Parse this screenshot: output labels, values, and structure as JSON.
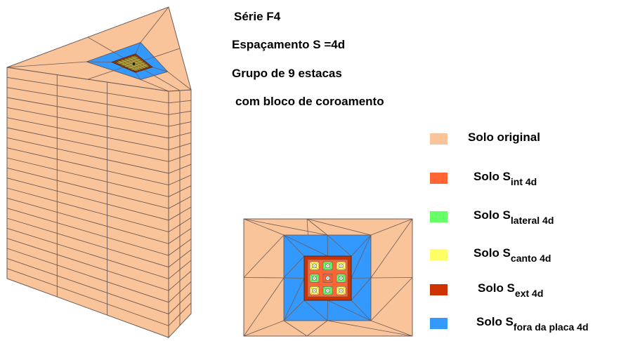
{
  "title": {
    "serie": "Série F4",
    "espacamento": "Espaçamento S =4d",
    "grupo": "Grupo de 9 estacas",
    "bloco": "com  bloco de coroamento"
  },
  "colors": {
    "solo_original": "#F9C49A",
    "solo_int": "#FF6633",
    "solo_lateral": "#66FF66",
    "solo_canto": "#FFFF66",
    "solo_ext": "#CC3300",
    "solo_fora": "#3399FF",
    "mesh_line": "#6E5A55",
    "block_top": "#8C7A2A"
  },
  "legend": [
    {
      "base": "Solo original",
      "sub": "",
      "color_key": "solo_original"
    },
    {
      "base": "Solo S",
      "sub": "int 4d",
      "color_key": "solo_int"
    },
    {
      "base": "Solo S",
      "sub": "lateral 4d",
      "color_key": "solo_lateral"
    },
    {
      "base": "Solo S",
      "sub": "canto 4d",
      "color_key": "solo_canto"
    },
    {
      "base": "Solo S",
      "sub": "ext 4d",
      "color_key": "solo_ext"
    },
    {
      "base": "Solo S",
      "sub": "fora da placa 4d",
      "color_key": "solo_fora"
    }
  ]
}
